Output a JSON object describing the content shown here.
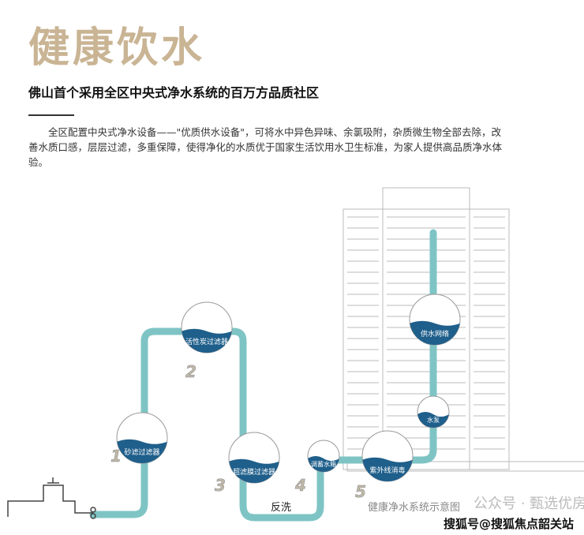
{
  "title": "健康饮水",
  "subtitle": "佛山首个采用全区中央式净水系统的百万方品质社区",
  "body": "全区配置中央式净水设备——\"优质供水设备\"，可将水中异色异味、余氯吸附，杂质微生物全部去除，改善水质口感，层层过滤，多重保障，使得净化的水质优于国家生活饮用水卫生标准，为家人提供高品质净水体验。",
  "steps": [
    {
      "num": "1",
      "label": "砂滤过滤器"
    },
    {
      "num": "2",
      "label": "活性炭过滤器"
    },
    {
      "num": "3",
      "label": "超滤膜过滤器"
    },
    {
      "num": "4",
      "label": "调蓄水箱"
    },
    {
      "num": "5",
      "label": "紫外线消毒"
    }
  ],
  "pump_label": "水泵",
  "network_label": "供水网络",
  "backwash_label": "反洗",
  "caption": "健康净水系统示意图",
  "watermark": "公众号 · 甄选优房",
  "source": "搜狐号@搜狐焦点韶关站",
  "colors": {
    "title": "#c9b494",
    "pipe": "#7fc4c4",
    "water": "#1f5f8b"
  }
}
